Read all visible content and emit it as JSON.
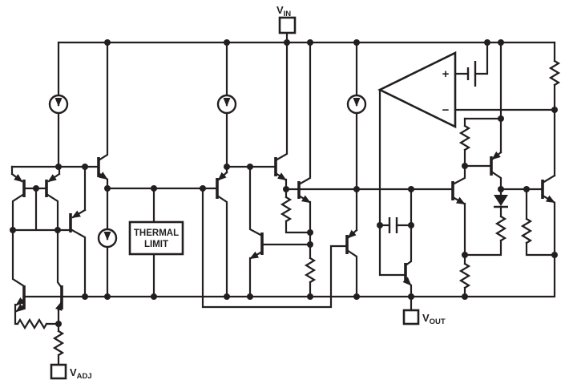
{
  "colors": {
    "ink": "#231f20",
    "background": "#ffffff"
  },
  "terminals": {
    "vin": {
      "main": "V",
      "sub": "IN"
    },
    "vout": {
      "main": "V",
      "sub": "OUT"
    },
    "vadj": {
      "main": "V",
      "sub": "ADJ"
    }
  },
  "thermal_limit": {
    "line1": "THERMAL",
    "line2": "LIMIT"
  },
  "opamp": {
    "noninverting": "+",
    "inverting": "−"
  }
}
